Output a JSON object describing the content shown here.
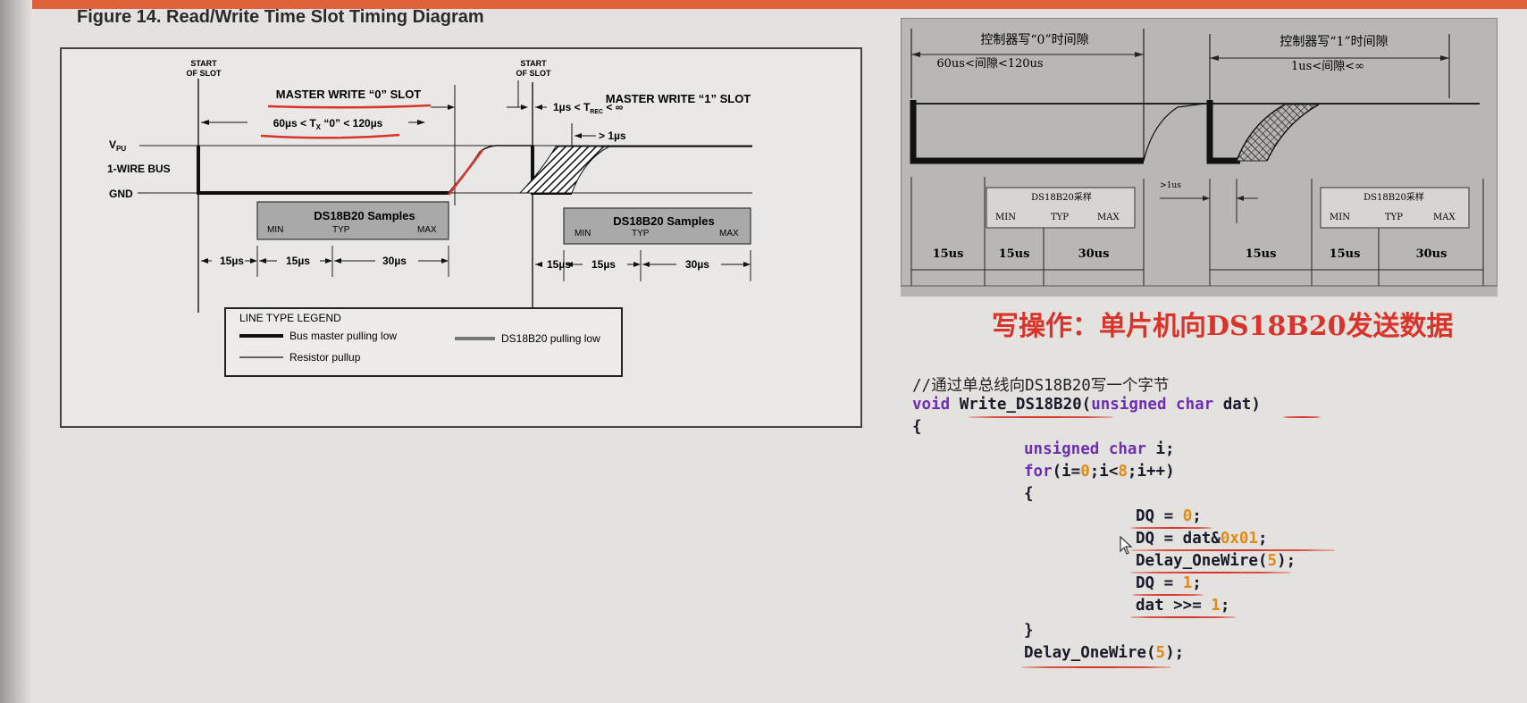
{
  "figure": {
    "title": "Figure 14. Read/Write Time Slot Timing Diagram",
    "start_of_slot_1": "START",
    "start_of_slot_2": "OF SLOT",
    "write0_slot": "MASTER WRITE “0” SLOT",
    "write1_slot": "MASTER WRITE “1” SLOT",
    "tx_range_a": "60µs < T",
    "tx_sub": "X",
    "tx_range_b": " “0” < 120µs",
    "trec_a": "1µs < T",
    "trec_sub": "REC",
    "trec_b": " < ∞",
    "gt_1us": "> 1µs",
    "vpu": "V",
    "vpu_sub": "PU",
    "bus": "1-WIRE BUS",
    "gnd": "GND",
    "samples_title": "DS18B20 Samples",
    "min": "MIN",
    "typ": "TYP",
    "max": "MAX",
    "t15": "15µs",
    "t30": "30µs",
    "legend_title": "LINE TYPE LEGEND",
    "legend_master": "Bus master pulling low",
    "legend_ds": "DS18B20 pulling low",
    "legend_resistor": "Resistor pullup"
  },
  "cn_figure": {
    "write0_title": "控制器写“0”时间隙",
    "write0_range": "60us<间隙<120us",
    "write1_title": "控制器写“1”时间隙",
    "write1_range": "1us<间隙<∞",
    "gt1us": ">1us",
    "sample_box": "DS18B20采样",
    "min": "MIN",
    "typ": "TYP",
    "max": "MAX",
    "t15": "15us",
    "t30": "30us"
  },
  "subtitle": "写操作：单片机向DS18B20发送数据",
  "code": {
    "comment": "//通过单总线向DS18B20写一个字节",
    "kw_void": "void",
    "func_name": " Write_DS18B20",
    "paren_open": "(",
    "kw_params": "unsigned char",
    "param": " dat",
    "paren_close": ")",
    "brace_open": "{",
    "decl_kw": "unsigned char",
    "decl_var": " i;",
    "for_kw": "for",
    "for_a": "(i=",
    "for_0": "0",
    "for_b": ";i<",
    "for_8": "8",
    "for_c": ";i++)",
    "inner_open": "{",
    "l1_a": "DQ = ",
    "l1_n": "0",
    "l1_b": ";",
    "l2_a": "DQ = dat&",
    "l2_n": "0x01",
    "l2_b": ";",
    "l3_a": "Delay_OneWire(",
    "l3_n": "5",
    "l3_b": ");",
    "l4_a": "DQ = ",
    "l4_n": "1",
    "l4_b": ";",
    "l5_a": "dat >>= ",
    "l5_n": "1",
    "l5_b": ";",
    "inner_close": "}",
    "tail_a": "Delay_OneWire(",
    "tail_n": "5",
    "tail_b": ");"
  },
  "colors": {
    "annotation_red": "#d8342b",
    "keyword_purple": "#6c2fb0",
    "number_orange": "#e08a17",
    "sample_box_gray": "#a9a9a9"
  }
}
